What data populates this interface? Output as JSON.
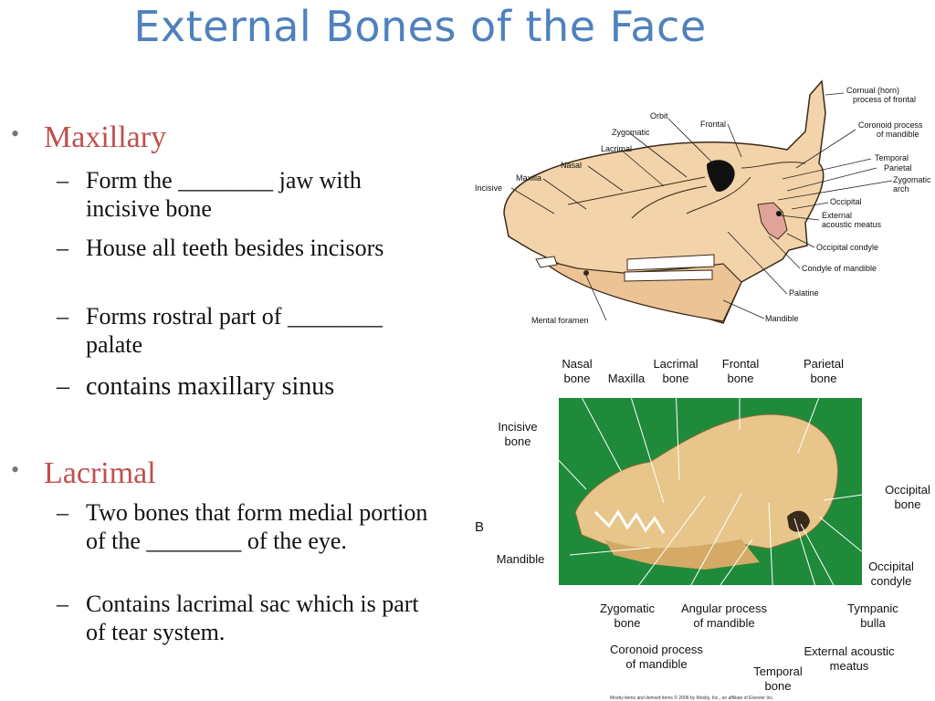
{
  "slide": {
    "title": "External Bones of the Face",
    "sections": [
      {
        "heading": "Maxillary",
        "items": [
          "Form the ________  jaw with incisive bone",
          "House all teeth besides incisors",
          "Forms rostral part of ________ palate",
          "contains maxillary sinus"
        ]
      },
      {
        "heading": "Lacrimal",
        "items": [
          "Two bones that form medial portion of the ________ of the eye.",
          "Contains lacrimal sac which is part of tear system."
        ]
      }
    ]
  },
  "figure_a": {
    "labels": {
      "cornual": [
        "Cornual (horn)",
        "process of frontal"
      ],
      "orbit": "Orbit",
      "frontal": "Frontal",
      "coronoid": [
        "Coronoid process",
        "of mandible"
      ],
      "zygomatic": "Zygomatic",
      "lacrimal": "Lacrimal",
      "nasal": "Nasal",
      "maxilla": "Maxilla",
      "incisive": "Incisive",
      "temporal": "Temporal",
      "parietal": "Parietal",
      "zyg_arch": [
        "Zygomatic",
        "arch"
      ],
      "occipital": "Occipital",
      "ext_meatus": [
        "External",
        "acoustic meatus"
      ],
      "occ_condyle": "Occipital condyle",
      "condyle_mand": "Condyle of mandible",
      "palatine": "Palatine",
      "mandible": "Mandible",
      "mental": "Mental foramen"
    }
  },
  "figure_b": {
    "panel_letter": "B",
    "labels": {
      "nasal": [
        "Nasal",
        "bone"
      ],
      "maxilla": "Maxilla",
      "lacrimal": [
        "Lacrimal",
        "bone"
      ],
      "frontal": [
        "Frontal",
        "bone"
      ],
      "parietal": [
        "Parietal",
        "bone"
      ],
      "incisive": [
        "Incisive",
        "bone"
      ],
      "occipital": [
        "Occipital",
        "bone"
      ],
      "mandible": "Mandible",
      "occ_condyle": [
        "Occipital",
        "condyle"
      ],
      "zygomatic": [
        "Zygomatic",
        "bone"
      ],
      "angular": [
        "Angular process",
        "of mandible"
      ],
      "tympanic": [
        "Tympanic",
        "bulla"
      ],
      "coronoid": [
        "Coronoid process",
        "of mandible"
      ],
      "ext_meatus": [
        "External acoustic",
        "meatus"
      ],
      "temporal": [
        "Temporal",
        "bone"
      ]
    },
    "credit": "Mosby items and derived items © 2006 by Mosby, Inc., an affiliate of Elsevier Inc."
  },
  "colors": {
    "title": "#4f81bd",
    "heading": "#c0504d",
    "bone_fill": "#f3d3a9",
    "bone_stroke": "#3a2a1a",
    "photo_bg": "#1f8a3a",
    "skull": "#e8c58a"
  }
}
